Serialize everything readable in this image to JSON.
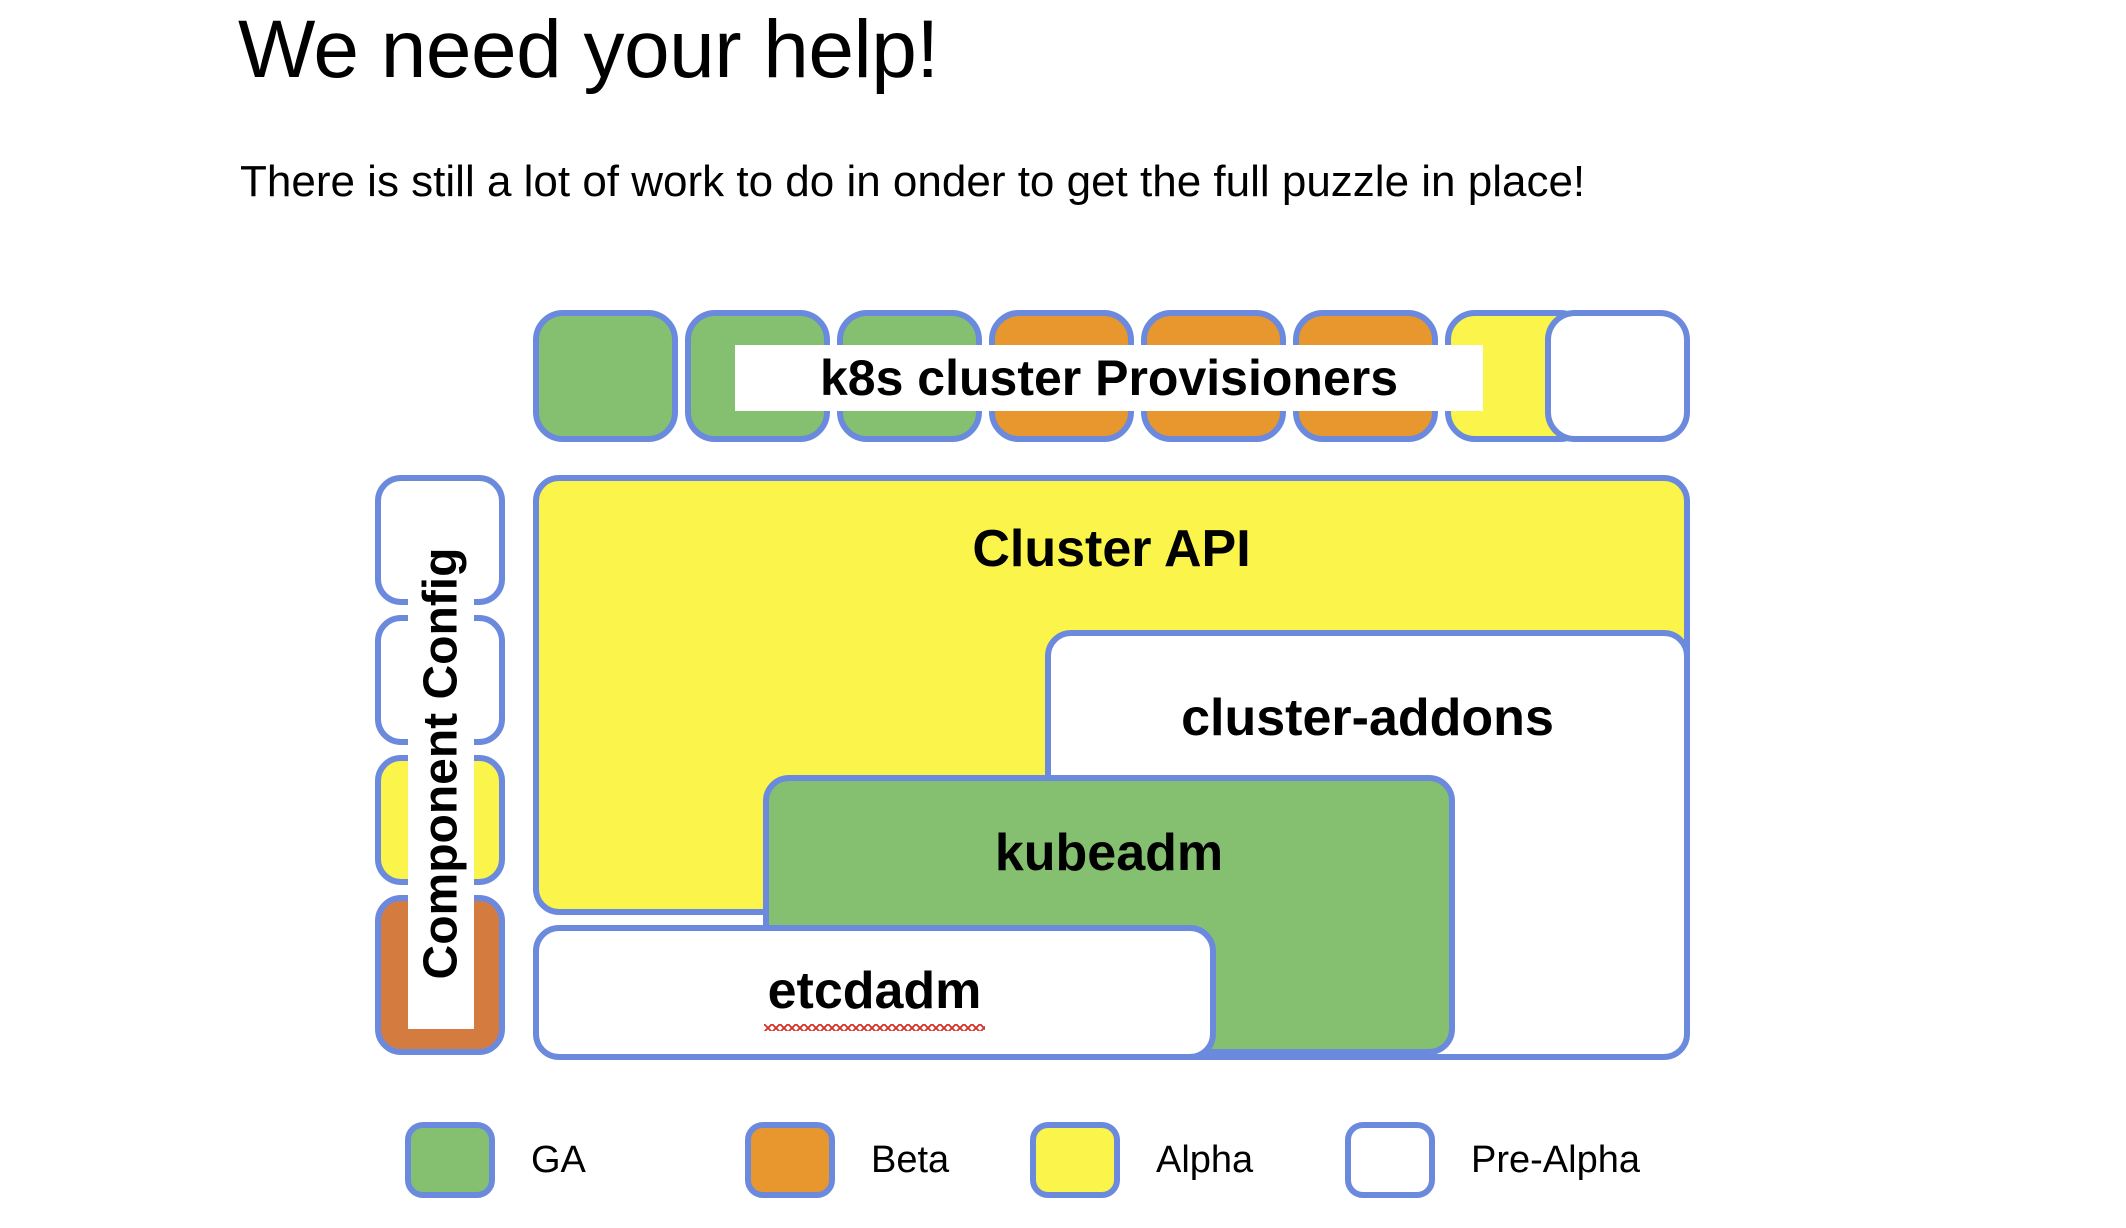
{
  "slide": {
    "title": "We need your help!",
    "subtitle": "There is still a lot of work to do in onder to get the full puzzle in place!"
  },
  "colors": {
    "border": "#6b8ade",
    "ga": "#85bf70",
    "beta": "#e8962e",
    "beta_dark": "#d47b3f",
    "alpha": "#faf44b",
    "pre_alpha": "#ffffff",
    "text": "#000000",
    "spellcheck": "#d93025",
    "background": "#ffffff"
  },
  "diagram": {
    "provisioners": {
      "label": "k8s cluster Provisioners",
      "tiles": [
        {
          "status": "GA"
        },
        {
          "status": "GA"
        },
        {
          "status": "GA"
        },
        {
          "status": "Beta"
        },
        {
          "status": "Beta"
        },
        {
          "status": "Beta"
        },
        {
          "status": "Alpha"
        },
        {
          "status": "Pre-Alpha"
        }
      ]
    },
    "component_config": {
      "label": "Component Config",
      "tiles": [
        {
          "status": "Pre-Alpha"
        },
        {
          "status": "Pre-Alpha"
        },
        {
          "status": "Alpha"
        },
        {
          "status": "Beta"
        }
      ]
    },
    "blocks": [
      {
        "label": "Cluster API",
        "status": "Alpha"
      },
      {
        "label": "cluster-addons",
        "status": "Pre-Alpha"
      },
      {
        "label": "kubeadm",
        "status": "GA"
      },
      {
        "label": "etcdadm",
        "status": "Pre-Alpha",
        "misspelled": true
      }
    ]
  },
  "legend": {
    "items": [
      {
        "label": "GA",
        "status": "GA"
      },
      {
        "label": "Beta",
        "status": "Beta"
      },
      {
        "label": "Alpha",
        "status": "Alpha"
      },
      {
        "label": "Pre-Alpha",
        "status": "Pre-Alpha"
      }
    ]
  }
}
